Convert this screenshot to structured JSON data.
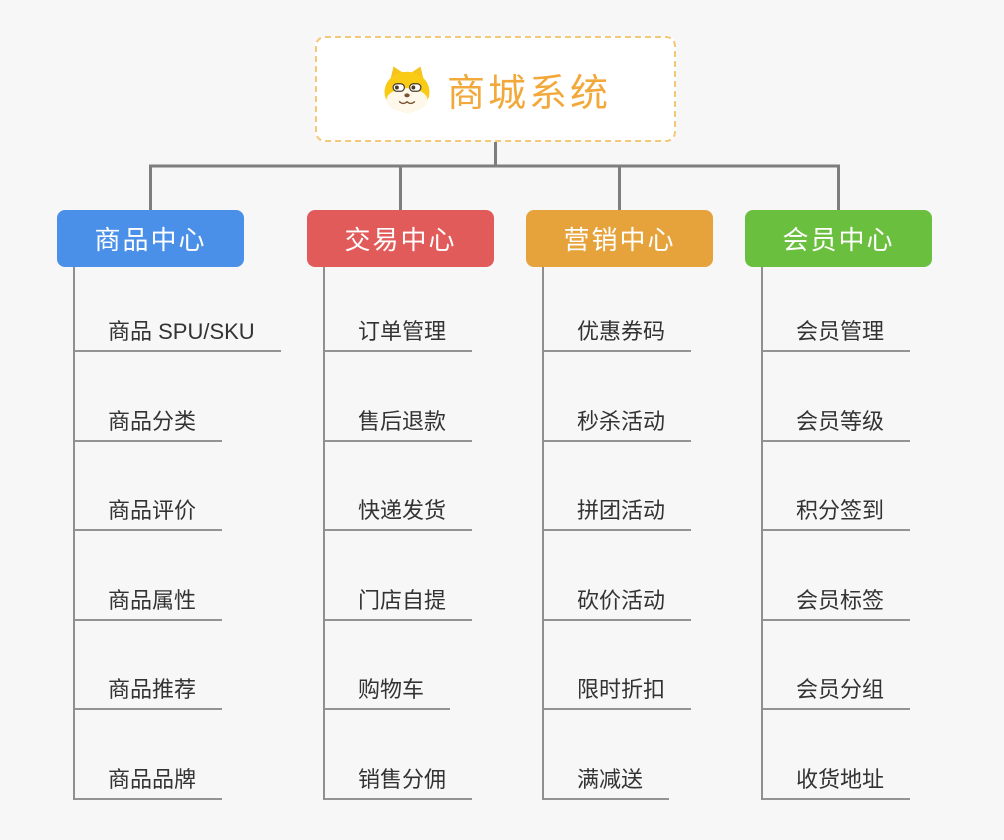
{
  "page": {
    "background": "#f7f7f7",
    "connector_color": "#7e7e7e"
  },
  "root": {
    "title": "商城系统",
    "icon": "shiba-dog-face-icon",
    "text_color": "#f2a93b",
    "border_color": "#f5c879"
  },
  "branches": [
    {
      "label": "商品中心",
      "color": "#4b90e8",
      "children": [
        "商品 SPU/SKU",
        "商品分类",
        "商品评价",
        "商品属性",
        "商品推荐",
        "商品品牌"
      ]
    },
    {
      "label": "交易中心",
      "color": "#e25b5b",
      "children": [
        "订单管理",
        "售后退款",
        "快递发货",
        "门店自提",
        "购物车",
        "销售分佣"
      ]
    },
    {
      "label": "营销中心",
      "color": "#e6a33c",
      "children": [
        "优惠券码",
        "秒杀活动",
        "拼团活动",
        "砍价活动",
        "限时折扣",
        "满减送"
      ]
    },
    {
      "label": "会员中心",
      "color": "#6bbf3e",
      "children": [
        "会员管理",
        "会员等级",
        "积分签到",
        "会员标签",
        "会员分组",
        "收货地址"
      ]
    }
  ]
}
